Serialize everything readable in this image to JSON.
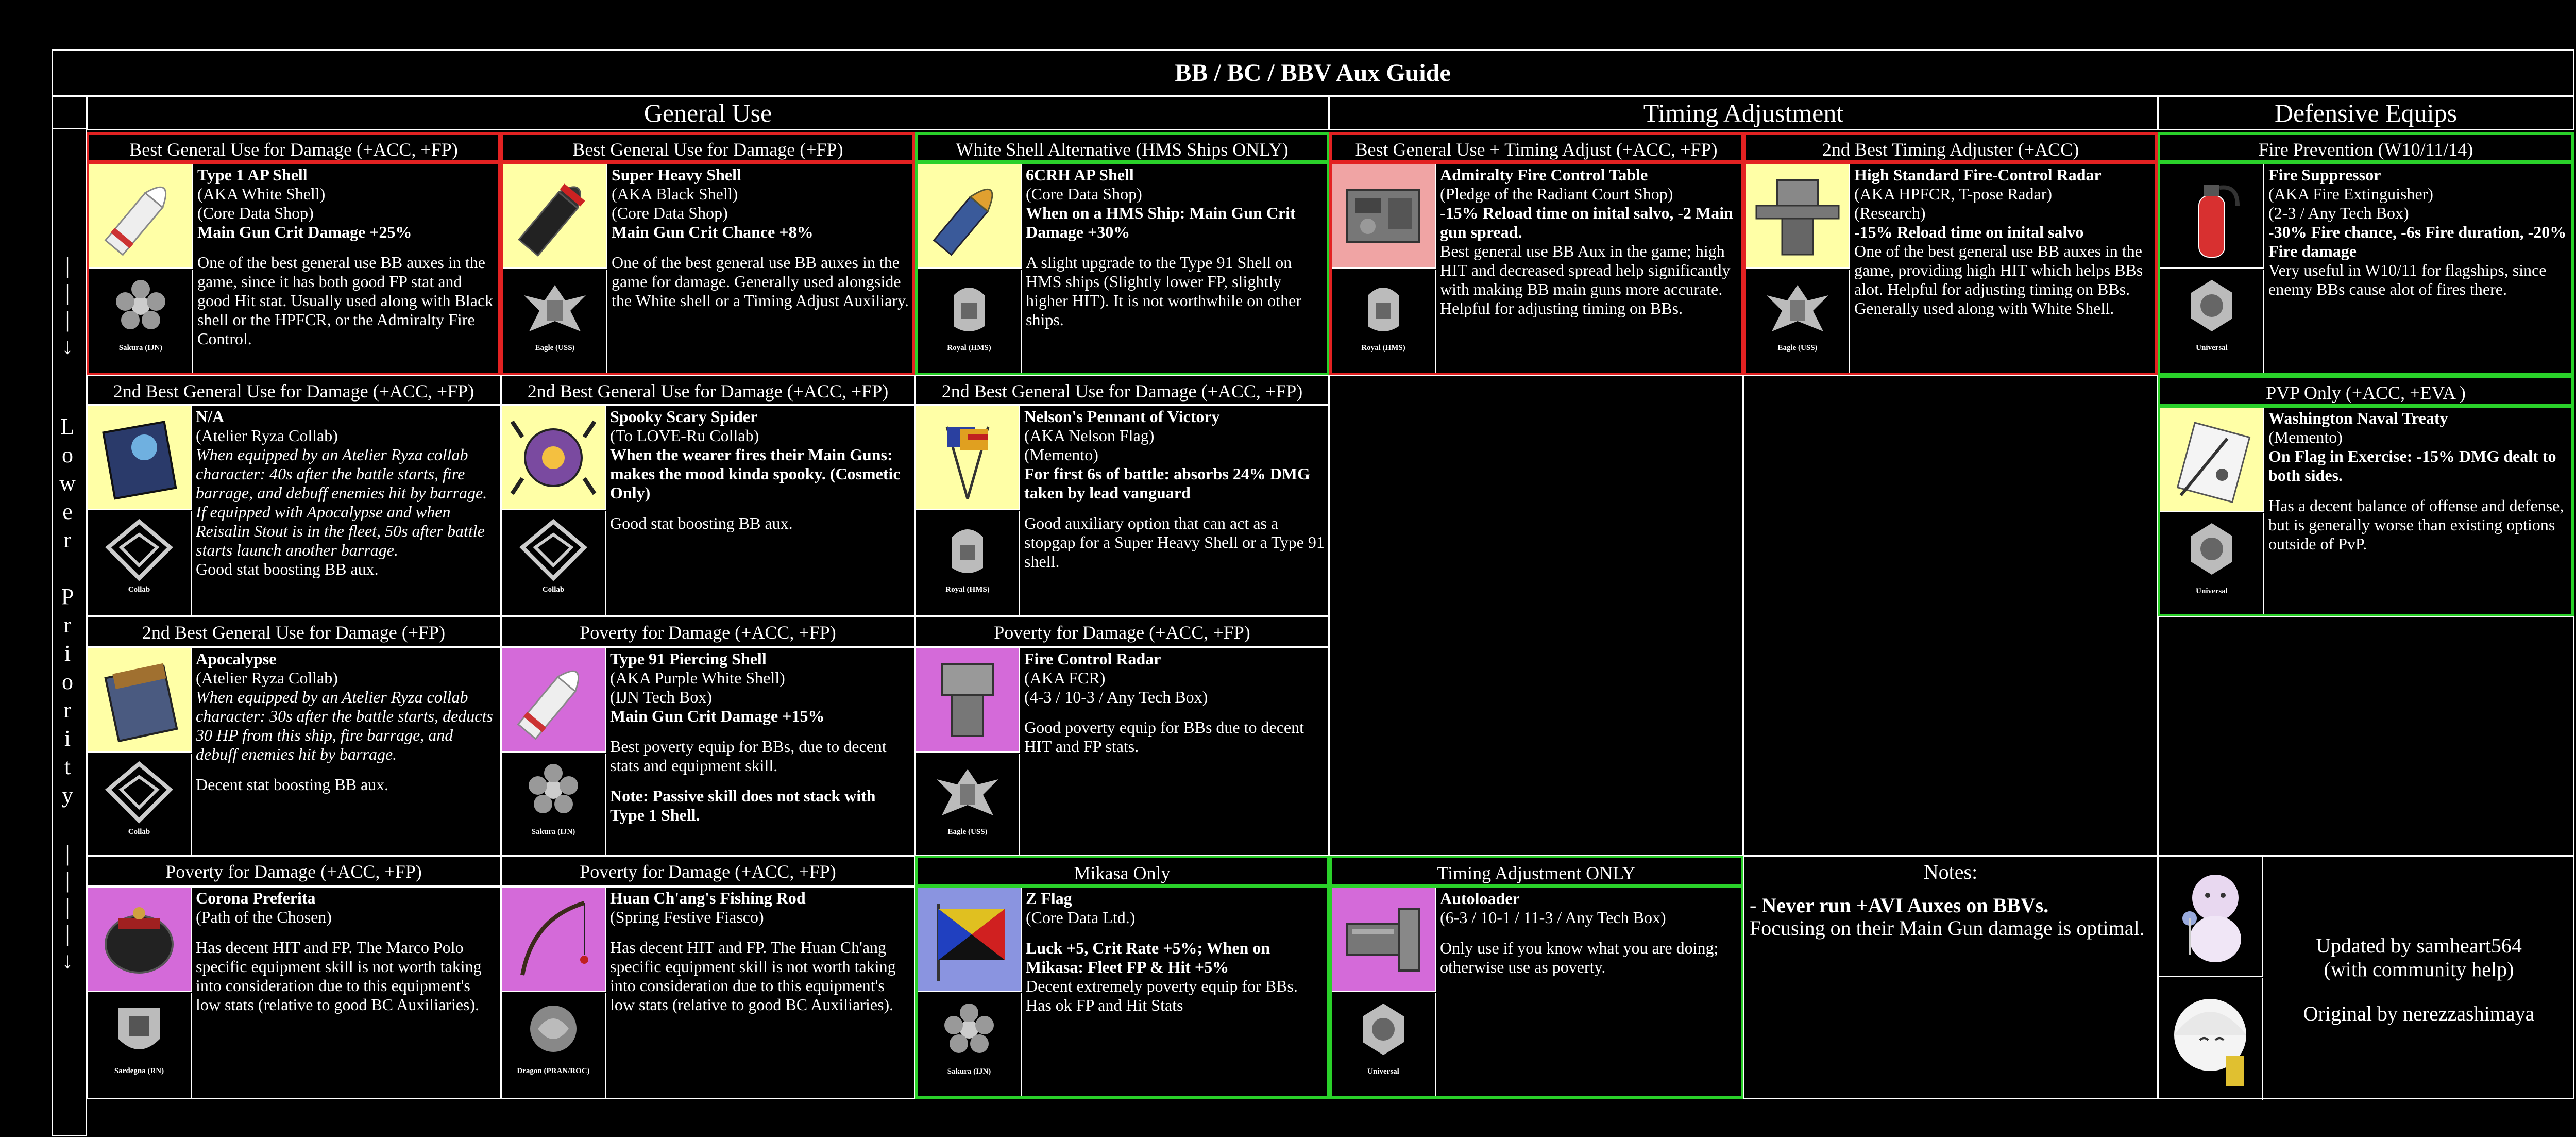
{
  "title": "BB / BC / BBV Aux Guide",
  "sections": {
    "general": "General Use",
    "timing": "Timing Adjustment",
    "defensive": "Defensive Equips"
  },
  "side": {
    "arrows_top": "|\n|\n|\n↓",
    "lower_priority": "L\no\nw\ne\nr\n \nP\nr\ni\no\nr\ni\nt\ny",
    "arrows_bottom": "|\n|\n|\n|\n↓"
  },
  "colors": {
    "top_pick_border": "#e32222",
    "alt_pick_border": "#2ad12a",
    "background": "#000000"
  },
  "cells": {
    "c11": {
      "header": "Best General Use for Damage (+ACC, +FP)",
      "name": "Type 1 AP Shell",
      "lines": [
        "(AKA White Shell)",
        "(Core Data Shop)"
      ],
      "stat": "Main Gun Crit Damage +25%",
      "desc": "One of the best general use BB auxes in the game, since it has both good FP stat and good Hit stat. Usually used along with Black shell or the HPFCR, or the Admiralty Fire Control.",
      "faction": "Sakura (IJN)",
      "icon": "white-shell-icon"
    },
    "c12": {
      "header": "Best General Use for Damage (+FP)",
      "name": "Super Heavy Shell",
      "lines": [
        "(AKA Black Shell)",
        "(Core Data Shop)"
      ],
      "stat": "Main Gun Crit Chance +8%",
      "desc": "One of the best general use BB auxes in the game for damage. Generally used alongside the White shell or a Timing Adjust Auxiliary.",
      "faction": "Eagle (USS)",
      "icon": "black-shell-icon"
    },
    "c13": {
      "header": "White Shell Alternative (HMS Ships ONLY)",
      "name": "6CRH AP Shell",
      "lines": [
        "(Core Data Shop)"
      ],
      "stat": "When on a HMS Ship: Main Gun Crit Damage +30%",
      "desc": "A slight upgrade to the Type 91 Shell on HMS ships (Slightly lower FP, slightly higher HIT). It is not worthwhile on other ships.",
      "faction": "Royal (HMS)",
      "icon": "6crh-shell-icon"
    },
    "c14": {
      "header": "Best General Use + Timing Adjust (+ACC, +FP)",
      "name": "Admiralty Fire Control Table",
      "lines": [
        "(Pledge of the Radiant Court Shop)"
      ],
      "stat": "-15% Reload time on inital salvo, -2 Main gun spread.",
      "desc": "Best general use BB Aux in the game; high HIT and decreased spread help significantly with making BB main guns more accurate. Helpful for adjusting timing on BBs.",
      "faction": "Royal (HMS)",
      "icon": "fire-control-table-icon"
    },
    "c15": {
      "header": "2nd Best Timing Adjuster (+ACC)",
      "name": "High Standard Fire-Control Radar",
      "lines": [
        "(AKA HPFCR, T-pose Radar)",
        "(Research)"
      ],
      "stat": "-15% Reload time on inital salvo",
      "desc": "One of the best general use BB auxes in the game, providing high HIT which helps BBs alot. Helpful for adjusting timing on BBs. Generally used along with White Shell.",
      "faction": "Eagle (USS)",
      "icon": "hpfcr-radar-icon"
    },
    "c16": {
      "header": "Fire Prevention (W10/11/14)",
      "name": "Fire Suppressor",
      "lines": [
        "(AKA Fire Extinguisher)",
        "(2-3 / Any Tech Box)"
      ],
      "stat": "-30% Fire chance, -6s Fire duration, -20% Fire damage",
      "desc": "Very useful in W10/11 for flagships, since enemy BBs cause alot of fires there.",
      "faction": "Universal",
      "icon": "fire-extinguisher-icon"
    },
    "c21": {
      "header": "2nd Best General Use for Damage (+ACC, +FP)",
      "name": "N/A",
      "lines": [
        "(Atelier Ryza Collab)"
      ],
      "italic": "When equipped by an Atelier Ryza collab character: 40s after the battle starts, fire barrage, and debuff enemies hit by barrage. If equipped with Apocalypse and when Reisalin Stout is in the fleet, 50s after battle starts launch another barrage.",
      "desc": "Good stat boosting BB aux.",
      "faction": "Collab",
      "icon": "ryza-book-icon"
    },
    "c22": {
      "header": "2nd Best General Use for Damage (+ACC, +FP)",
      "name": "Spooky Scary Spider",
      "lines": [
        "(To LOVE-Ru Collab)"
      ],
      "stat": "When the wearer fires their Main Guns: makes the mood kinda spooky. (Cosmetic Only)",
      "desc": "Good stat boosting BB aux.",
      "faction": "Collab",
      "icon": "spider-icon"
    },
    "c23": {
      "header": "2nd Best General Use for Damage (+ACC, +FP)",
      "name": "Nelson's Pennant of Victory",
      "lines": [
        "(AKA Nelson Flag)",
        "(Memento)"
      ],
      "stat": "For first 6s of battle: absorbs 24% DMG taken by lead vanguard",
      "desc": "Good auxiliary option that can act as a stopgap for a Super Heavy Shell or a Type 91 shell.",
      "faction": "Royal (HMS)",
      "icon": "nelson-flag-icon"
    },
    "c26": {
      "header": "PVP Only (+ACC, +EVA )",
      "name": "Washington Naval Treaty",
      "lines": [
        "(Memento)"
      ],
      "stat": "On Flag in Exercise: -15% DMG dealt to both sides.",
      "desc": "Has a decent balance of offense and defense, but is generally worse than existing options outside of PvP.",
      "faction": "Universal",
      "icon": "treaty-scroll-icon"
    },
    "c31": {
      "header": "2nd Best General Use for Damage (+FP)",
      "name": "Apocalypse",
      "lines": [
        "(Atelier Ryza Collab)"
      ],
      "italic": "When equipped by an Atelier Ryza collab character: 30s after the battle starts, deducts 30 HP from this ship, fire barrage, and debuff enemies hit by barrage.",
      "desc": "Decent stat boosting BB aux.",
      "faction": "Collab",
      "icon": "apocalypse-book-icon"
    },
    "c32": {
      "header": "Poverty for Damage (+ACC, +FP)",
      "name": "Type 91 Piercing Shell",
      "lines": [
        "(AKA Purple White Shell)",
        "(IJN Tech Box)"
      ],
      "stat": "Main Gun Crit Damage +15%",
      "desc": "Best poverty equip for BBs, due to decent stats and equipment skill.",
      "note": "Note: Passive skill does not stack with Type 1 Shell.",
      "faction": "Sakura (IJN)",
      "icon": "type91-shell-icon"
    },
    "c33": {
      "header": "Poverty for Damage (+ACC, +FP)",
      "name": "Fire Control Radar",
      "lines": [
        "(AKA FCR)",
        "(4-3 / 10-3 / Any Tech Box)"
      ],
      "desc": "Good poverty equip for BBs due to decent HIT and FP stats.",
      "faction": "Eagle (USS)",
      "icon": "fcr-radar-icon"
    },
    "c41": {
      "header": "Poverty for Damage (+ACC, +FP)",
      "name": "Corona Preferita",
      "lines": [
        "(Path of the Chosen)"
      ],
      "desc": "Has decent HIT and FP. The Marco Polo specific equipment skill is not worth taking into consideration due to this equipment's low stats (relative to good BC Auxiliaries).",
      "faction": "Sardegna (RN)",
      "icon": "corona-crown-icon"
    },
    "c42": {
      "header": "Poverty for Damage (+ACC, +FP)",
      "name": "Huan Ch'ang's Fishing Rod",
      "lines": [
        "(Spring Festive Fiasco)"
      ],
      "desc": "Has decent HIT and FP. The Huan Ch'ang specific equipment skill is not worth taking into consideration due to this equipment's low stats (relative to good BC Auxiliaries).",
      "faction": "Dragon (PRAN/ROC)",
      "icon": "fishing-rod-icon"
    },
    "c43": {
      "header": "Mikasa Only",
      "name": "Z Flag",
      "lines": [
        "(Core Data Ltd.)"
      ],
      "stat": "Luck +5, Crit Rate +5%; When on Mikasa: Fleet FP & Hit +5%",
      "desc": "Decent extremely poverty equip for BBs. Has ok FP and Hit Stats",
      "faction": "Sakura (IJN)",
      "icon": "z-flag-icon"
    },
    "c44": {
      "header": "Timing Adjustment ONLY",
      "name": "Autoloader",
      "lines": [
        "(6-3 / 10-1 / 11-3 / Any Tech Box)"
      ],
      "desc": "Only use if you know what you are doing; otherwise use as poverty.",
      "faction": "Universal",
      "icon": "autoloader-icon"
    }
  },
  "notes": {
    "title": "Notes:",
    "bold": "- Never run +AVI Auxes on BBVs.",
    "text": "Focusing on their Main Gun damage is optimal."
  },
  "credits": {
    "updated": "Updated by samheart564",
    "help": "(with community help)",
    "original": "Original by nerezzashimaya"
  }
}
